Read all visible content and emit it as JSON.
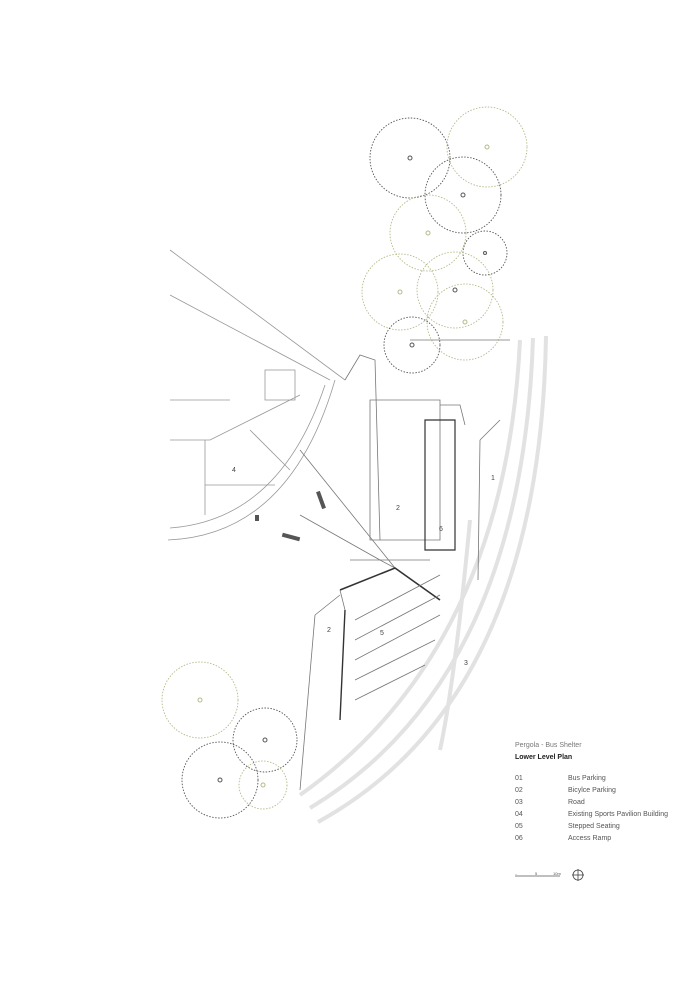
{
  "project": "Pergola - Bus Shelter",
  "drawing_title": "Lower Level Plan",
  "legend": [
    {
      "num": "01",
      "label": "Bus Parking"
    },
    {
      "num": "02",
      "label": "Bicylce Parking"
    },
    {
      "num": "03",
      "label": "Road"
    },
    {
      "num": "04",
      "label": "Existing Sports Pavilion Building"
    },
    {
      "num": "05",
      "label": "Stepped Seating"
    },
    {
      "num": "06",
      "label": "Access Ramp"
    }
  ],
  "plan_labels": {
    "bus": "1",
    "bike_a": "2",
    "ramp": "6",
    "bike_b": "2",
    "seating": "5",
    "road": "3",
    "pavilion": "4"
  },
  "scale_bar": {
    "start": "0",
    "mid": "5",
    "end": "10m"
  },
  "colors": {
    "line": "#666666",
    "road": "#e2e2e2",
    "tree_green": "#b5b98a",
    "tree_dark": "#555555"
  }
}
